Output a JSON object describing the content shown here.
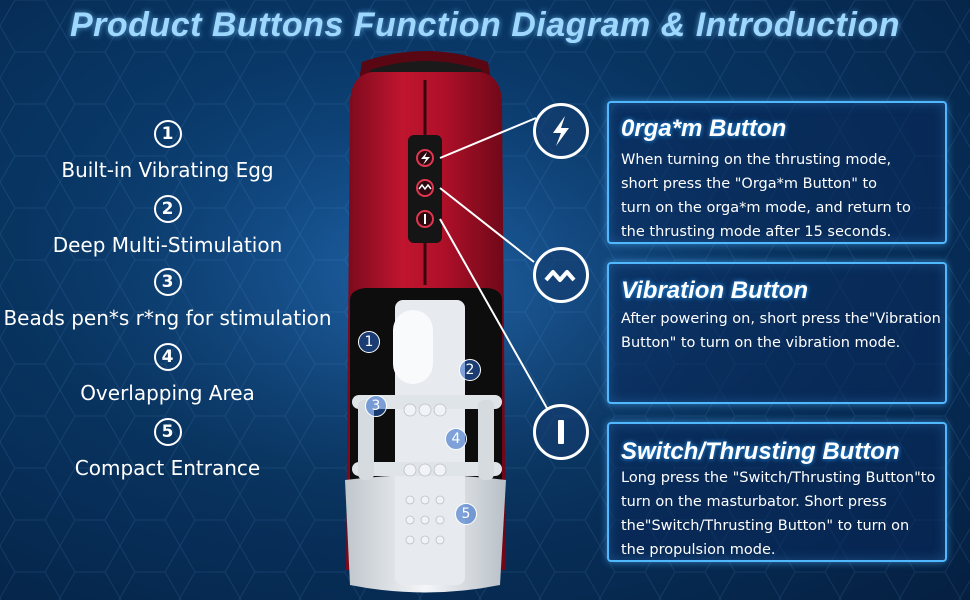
{
  "title": "Product Buttons Function Diagram & Introduction",
  "features": [
    {
      "num": "1",
      "label": "Built-in Vibrating Egg"
    },
    {
      "num": "2",
      "label": "Deep Multi-Stimulation"
    },
    {
      "num": "3",
      "label": "Beads pen*s r*ng for stimulation"
    },
    {
      "num": "4",
      "label": "Overlapping Area"
    },
    {
      "num": "5",
      "label": "Compact Entrance"
    }
  ],
  "panels": {
    "orgasm": {
      "title": "0rga*m Button",
      "text": "When turning on the thrusting mode,\nshort press the \"Orga*m Button\" to\n turn on the orga*m mode, and return to\n the thrusting mode after 15 seconds."
    },
    "vibration": {
      "title": "Vibration Button",
      "text": "After powering on, short press the\"Vibration\nButton\" to turn on the vibration mode."
    },
    "switch": {
      "title": "Switch/Thrusting Button",
      "text": "Long press the \"Switch/Thrusting Button\"to\n turn on the masturbator. Short press\n the\"Switch/Thrusting Button\" to turn on\n the propulsion mode."
    }
  },
  "overlay_numbers": [
    "1",
    "2",
    "3",
    "4",
    "5"
  ],
  "icons": {
    "orgasm": "lightning-icon",
    "vibration": "wave-icon",
    "switch": "power-bar-icon"
  },
  "colors": {
    "device_red": "#b3122c",
    "panel_border": "#4fb8ff",
    "title": "#9fd8ff"
  }
}
